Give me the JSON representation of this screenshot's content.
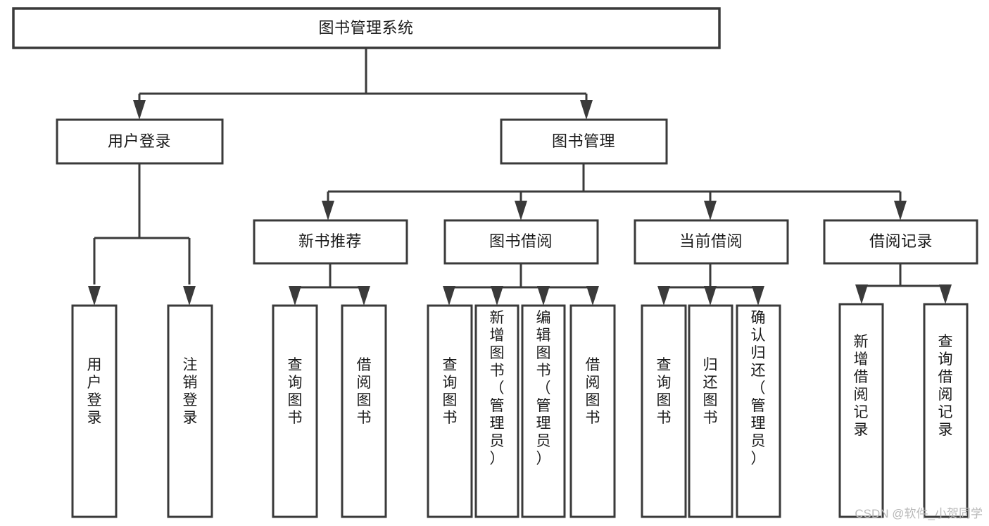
{
  "diagram": {
    "type": "tree-hierarchy",
    "orientation": "top-down",
    "root": {
      "id": "root",
      "label": "图书管理系统"
    },
    "levels": [
      {
        "level": 1,
        "nodes": [
          {
            "id": "root",
            "label": "图书管理系统"
          }
        ]
      },
      {
        "level": 2,
        "nodes": [
          {
            "id": "user-login",
            "label": "用户登录",
            "parent": "root"
          },
          {
            "id": "book-manage",
            "label": "图书管理",
            "parent": "root"
          }
        ]
      },
      {
        "level": 3,
        "nodes": [
          {
            "id": "new-book-rec",
            "label": "新书推荐",
            "parent": "book-manage"
          },
          {
            "id": "book-borrow",
            "label": "图书借阅",
            "parent": "book-manage"
          },
          {
            "id": "current-borrow",
            "label": "当前借阅",
            "parent": "book-manage"
          },
          {
            "id": "borrow-record",
            "label": "借阅记录",
            "parent": "book-manage"
          }
        ]
      },
      {
        "level": 4,
        "nodes": [
          {
            "id": "leaf-user-login",
            "label": "用户登录",
            "parent": "user-login"
          },
          {
            "id": "leaf-logout",
            "label": "注销登录",
            "parent": "user-login"
          },
          {
            "id": "leaf-query-book-1",
            "label": "查询图书",
            "parent": "new-book-rec"
          },
          {
            "id": "leaf-borrow-book-1",
            "label": "借阅图书",
            "parent": "new-book-rec"
          },
          {
            "id": "leaf-query-book-2",
            "label": "查询图书",
            "parent": "book-borrow"
          },
          {
            "id": "leaf-add-book",
            "label": "新增图书（管理员）",
            "parent": "book-borrow"
          },
          {
            "id": "leaf-edit-book",
            "label": "编辑图书（管理员）",
            "parent": "book-borrow"
          },
          {
            "id": "leaf-borrow-book-2",
            "label": "借阅图书",
            "parent": "book-borrow"
          },
          {
            "id": "leaf-query-book-3",
            "label": "查询图书",
            "parent": "current-borrow"
          },
          {
            "id": "leaf-return-book",
            "label": "归还图书",
            "parent": "current-borrow"
          },
          {
            "id": "leaf-confirm-return",
            "label": "确认归还（管理员）",
            "parent": "current-borrow"
          },
          {
            "id": "leaf-add-record",
            "label": "新增借阅记录",
            "parent": "borrow-record"
          },
          {
            "id": "leaf-query-record",
            "label": "查询借阅记录",
            "parent": "borrow-record"
          }
        ]
      }
    ],
    "colors": {
      "box_border": "#3a3a3a",
      "box_fill": "#ffffff",
      "connector": "#3a3a3a",
      "text": "#1a1a1a",
      "watermark": "#b9b9b9",
      "background": "#ffffff"
    }
  },
  "watermark": {
    "text": "CSDN @软件_小贺同学"
  }
}
